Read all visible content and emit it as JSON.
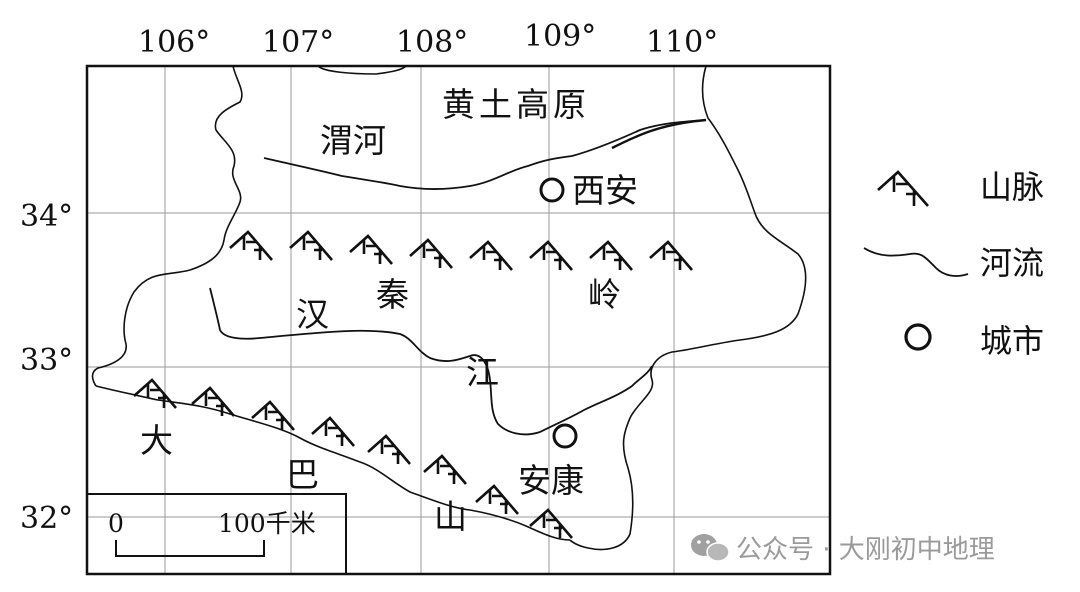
{
  "map": {
    "longitude_ticks": [
      "106°",
      "107°",
      "108°",
      "109°",
      "110°"
    ],
    "latitude_ticks": [
      "34°",
      "33°",
      "32°"
    ],
    "places": {
      "loess_plateau": "黄土高原",
      "wei_river": "渭河",
      "xian": "西安",
      "han_char": "汉",
      "qin_char": "秦",
      "ling_char": "岭",
      "jiang_char": "江",
      "da_char": "大",
      "ba_char": "巴",
      "shan_char": "山",
      "ankang": "安康"
    },
    "scale_bar": {
      "zero_label": "0",
      "distance_label": "100千米"
    }
  },
  "legend": {
    "mountain_label": "山脉",
    "river_label": "河流",
    "city_label": "城市"
  },
  "watermark": {
    "text": "公众号 · 大刚初中地理",
    "icon": "wechat-icon"
  },
  "colors": {
    "ink": "#111111",
    "grid": "#9a9a9a",
    "watermark": "#9a9a9a"
  }
}
